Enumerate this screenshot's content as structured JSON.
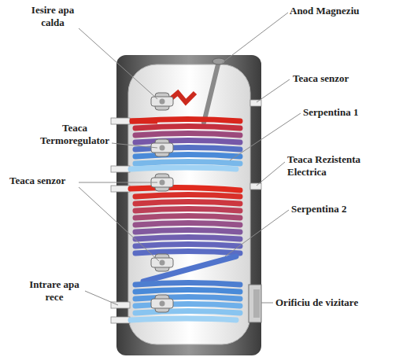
{
  "diagram": {
    "labels": [
      "Anod Magneziu",
      "Iesire apa calda",
      "Teaca senzor",
      "Serpentina 1",
      "Teaca Termoregulator",
      "Teaca Rezistenta Electrica",
      "Teaca senzor",
      "Serpentina 2",
      "Orificiu de vizitare",
      "Intrare apa rece"
    ]
  }
}
